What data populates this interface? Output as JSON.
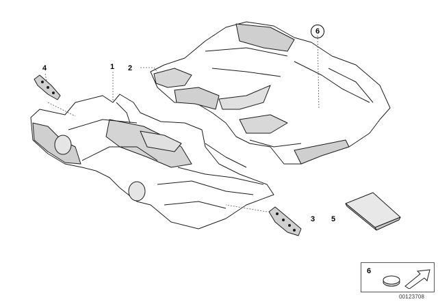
{
  "callouts": {
    "c1": "1",
    "c2": "2",
    "c3": "3",
    "c4": "4",
    "c5": "5",
    "c6": "6"
  },
  "legend": {
    "number": "6"
  },
  "part_code": "00123708",
  "colors": {
    "line": "#1a1a1a",
    "fill": "#ffffff",
    "shade": "#bdbdbd",
    "leader": "#555555"
  }
}
